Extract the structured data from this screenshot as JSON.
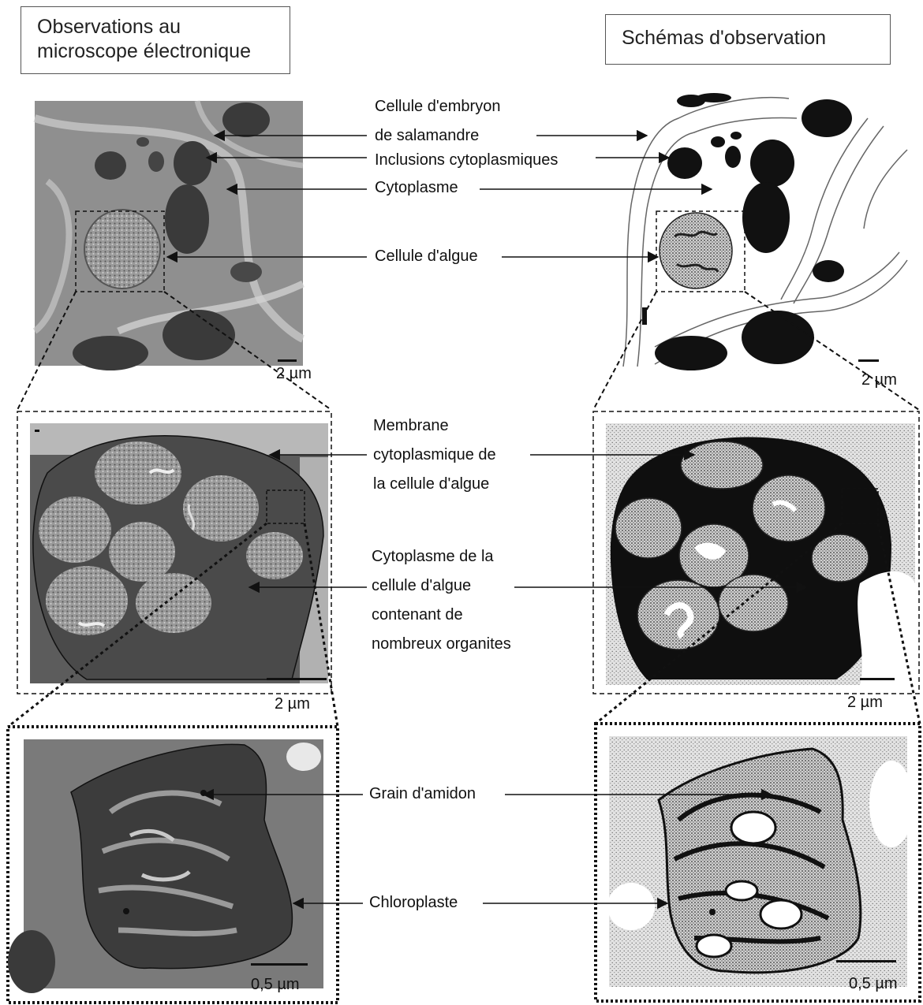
{
  "titles": {
    "left_line1": "Observations au",
    "left_line2": "microscope électronique",
    "right": "Schémas d'observation"
  },
  "labels": {
    "embryo_cell_1": "Cellule d'embryon",
    "embryo_cell_2": "de salamandre",
    "inclusions": "Inclusions cytoplasmiques",
    "cytoplasm": "Cytoplasme",
    "algae_cell": "Cellule d'algue",
    "membrane_1": "Membrane",
    "membrane_2": "cytoplasmique de",
    "membrane_3": "la cellule d'algue",
    "algae_cyto_1": "Cytoplasme de la",
    "algae_cyto_2": "cellule d'algue",
    "algae_cyto_3": "contenant de",
    "algae_cyto_4": "nombreux organites",
    "starch": "Grain d'amidon",
    "chloroplast": "Chloroplaste"
  },
  "scales": {
    "top_left": "2 µm",
    "top_right": "2 µm",
    "mid_left": "2 µm",
    "mid_right": "2 µm",
    "bot_left": "0,5 µm",
    "bot_right": "0,5 µm"
  }
}
